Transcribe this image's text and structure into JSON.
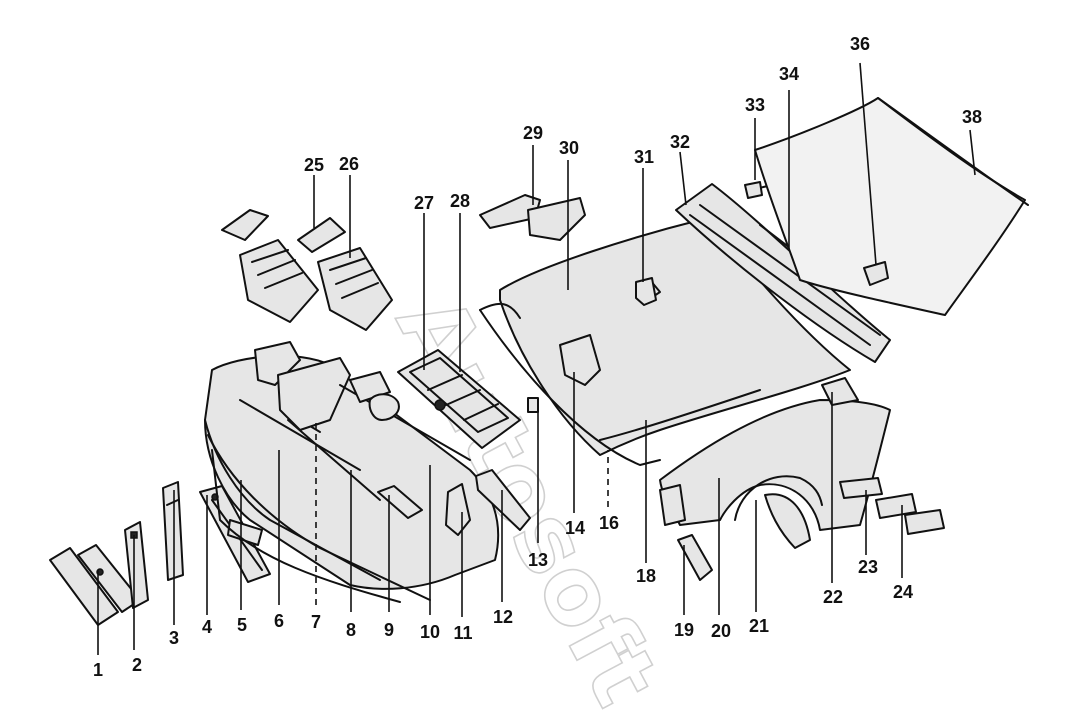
{
  "diagram": {
    "watermark": "Autosoft",
    "callouts": [
      "1",
      "2",
      "3",
      "4",
      "5",
      "6",
      "7",
      "8",
      "9",
      "10",
      "11",
      "12",
      "13",
      "14",
      "16",
      "18",
      "19",
      "20",
      "21",
      "22",
      "23",
      "24",
      "25",
      "26",
      "27",
      "28",
      "29",
      "30",
      "31",
      "32",
      "33",
      "34",
      "36",
      "38"
    ]
  }
}
